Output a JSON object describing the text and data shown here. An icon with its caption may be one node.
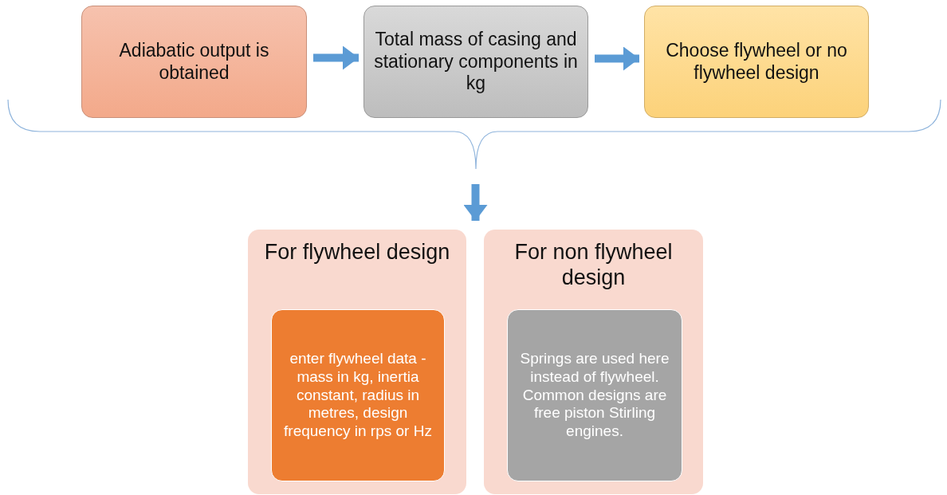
{
  "diagram": {
    "nodes": [
      {
        "text": [
          "Adiabatic output is obtained"
        ]
      },
      {
        "text": [
          "Total mass of casing and stationary components in kg"
        ]
      },
      {
        "text": [
          "Choose flywheel or no flywheel design"
        ]
      },
      {
        "text": [
          "For flywheel design"
        ]
      },
      {
        "text": [
          "enter flywheel data - mass in kg, inertia constant, radius in metres, design frequency in rps or Hz"
        ],
        "in": 3
      },
      {
        "text": [
          "For non flywheel design"
        ]
      },
      {
        "text": [
          "Springs are used here instead of flywheel. Common designs are free piston Stirling engines."
        ],
        "in": 5
      }
    ],
    "edges": [
      {
        "from": 0,
        "to": 1,
        "arrow": "to"
      },
      {
        "from": 1,
        "to": 2,
        "arrow": "to"
      },
      {
        "from": null,
        "to": 3,
        "arrow": "to"
      },
      {
        "from": null,
        "to": 5,
        "arrow": "to"
      }
    ]
  }
}
